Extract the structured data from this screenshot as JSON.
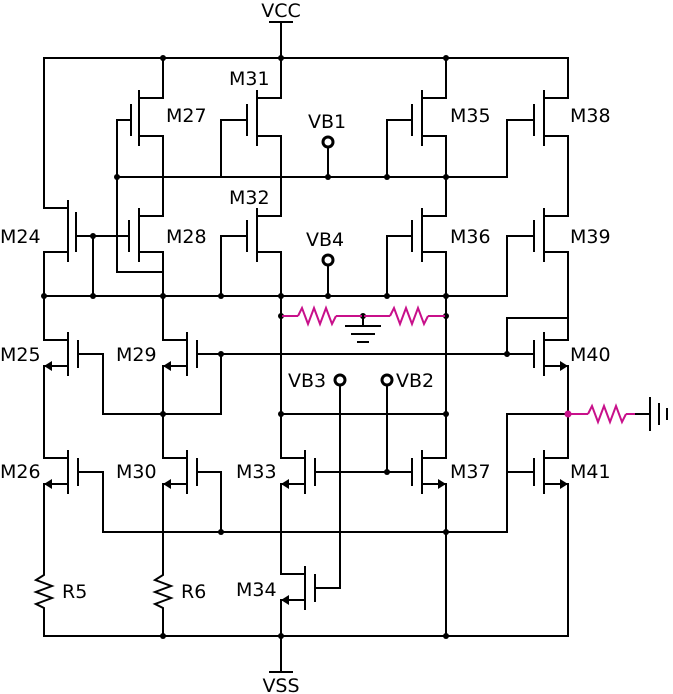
{
  "rails": {
    "vcc": "VCC",
    "vss": "VSS"
  },
  "transistors": {
    "m24": "M24",
    "m25": "M25",
    "m26": "M26",
    "m27": "M27",
    "m28": "M28",
    "m29": "M29",
    "m30": "M30",
    "m31": "M31",
    "m32": "M32",
    "m33": "M33",
    "m34": "M34",
    "m35": "M35",
    "m36": "M36",
    "m37": "M37",
    "m38": "M38",
    "m39": "M39",
    "m40": "M40",
    "m41": "M41"
  },
  "resistors": {
    "r5": "R5",
    "r6": "R6"
  },
  "bias": {
    "vb1": "VB1",
    "vb2": "VB2",
    "vb3": "VB3",
    "vb4": "VB4"
  },
  "colors": {
    "wire": "#000000",
    "load": "#c8108a"
  }
}
